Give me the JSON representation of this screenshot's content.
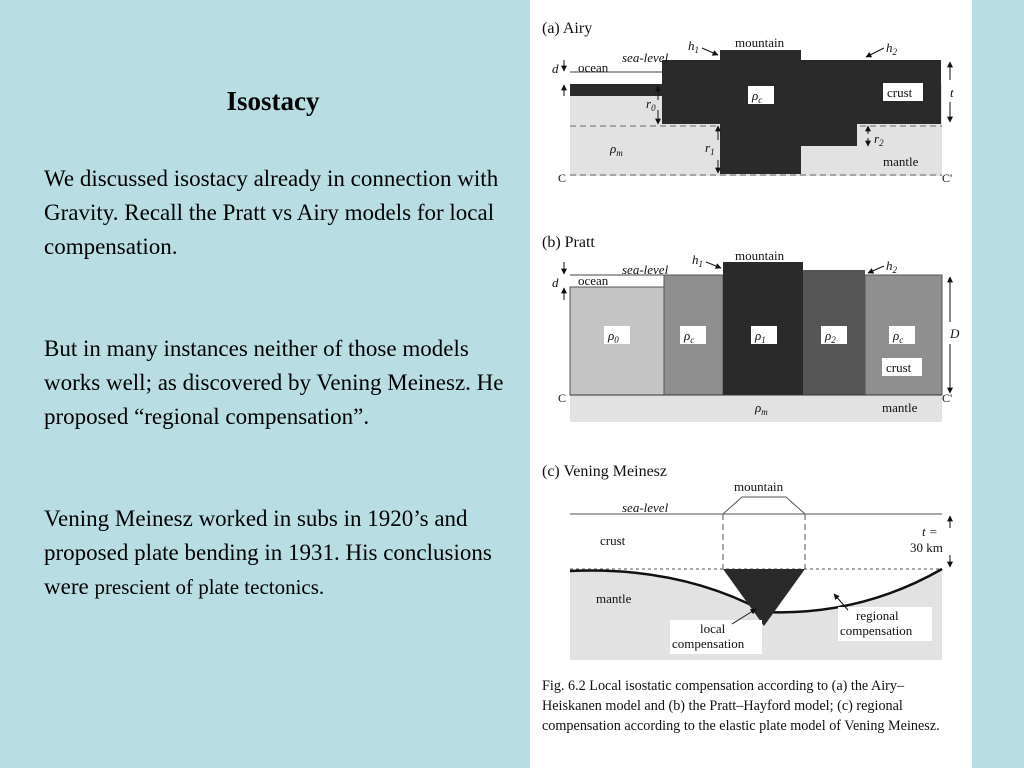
{
  "slide": {
    "title": "Isostacy",
    "p1": "We discussed isostacy already in connection with Gravity.  Recall the Pratt vs Airy models for local compensation.",
    "p2": "But in many instances neither of those models works well; as discovered by Vening Meinesz.  He proposed “regional compensation”.",
    "p3_main": "Vening Meinesz worked in subs in 1920’s and proposed plate bending in 1931. His conclusions were ",
    "p3_small": "prescient of plate tectonics."
  },
  "figure": {
    "a": {
      "title": "(a)  Airy",
      "h1": "h",
      "h1_sub": "1",
      "h2": "h",
      "h2_sub": "2",
      "mountain": "mountain",
      "sea_level": "sea-level",
      "ocean": "ocean",
      "d": "d",
      "r0": "r",
      "r0_sub": "0",
      "rho_c": "ρ",
      "rho_c_sub": "c",
      "crust": "crust",
      "t": "t",
      "rho_m": "ρ",
      "rho_m_sub": "m",
      "r1": "r",
      "r1_sub": "1",
      "r2": "r",
      "r2_sub": "2",
      "mantle": "mantle",
      "C": "C",
      "C_prime": "C'"
    },
    "b": {
      "title": "(b)  Pratt",
      "h1": "h",
      "h1_sub": "1",
      "h2": "h",
      "h2_sub": "2",
      "mountain": "mountain",
      "sea_level": "sea-level",
      "ocean": "ocean",
      "d": "d",
      "rho0": "ρ",
      "rho0_sub": "0",
      "rhoc1": "ρ",
      "rhoc1_sub": "c",
      "rho1": "ρ",
      "rho1_sub": "1",
      "rho2": "ρ",
      "rho2_sub": "2",
      "rhoc2": "ρ",
      "rhoc2_sub": "c",
      "crust": "crust",
      "D": "D",
      "rho_m": "ρ",
      "rho_m_sub": "m",
      "mantle": "mantle",
      "C": "C",
      "C_prime": "C'"
    },
    "c": {
      "title": "(c)  Vening Meinesz",
      "mountain": "mountain",
      "sea_level": "sea-level",
      "crust": "crust",
      "t_eq": "t =",
      "t_val": "30 km",
      "mantle": "mantle",
      "regional_1": "regional",
      "regional_2": "compensation",
      "local_1": "local",
      "local_2": "compensation"
    },
    "caption": "Fig. 6.2  Local isostatic compensation according to (a) the Airy–Heiskanen model and (b) the Pratt–Hayford model; (c) regional compensation according to the elastic plate model of Vening Meinesz."
  }
}
